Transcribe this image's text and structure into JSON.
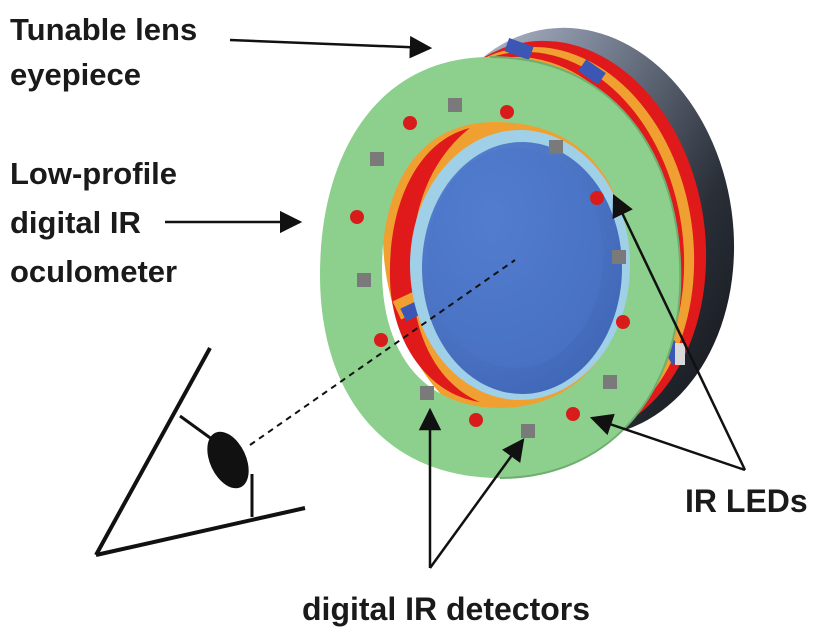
{
  "labels": {
    "tunable_lens": [
      "Tunable lens",
      "eyepiece"
    ],
    "oculometer": [
      "Low-profile",
      "digital IR",
      "oculometer"
    ],
    "ir_leds": "IR LEDs",
    "detectors": "digital IR detectors"
  },
  "colors": {
    "ring_face": "#8dd08d",
    "ring_edge": "#6fae6f",
    "red_layer": "#e01a1a",
    "orange_layer": "#f0a030",
    "lens_blue": "#4a72c4",
    "lens_rim": "#9fd0e8",
    "back_plate": "#2a2f38",
    "led": "#d81c1c",
    "detector": "#7a7a7a"
  },
  "icons": {
    "eye": "eye-schematic-icon"
  }
}
